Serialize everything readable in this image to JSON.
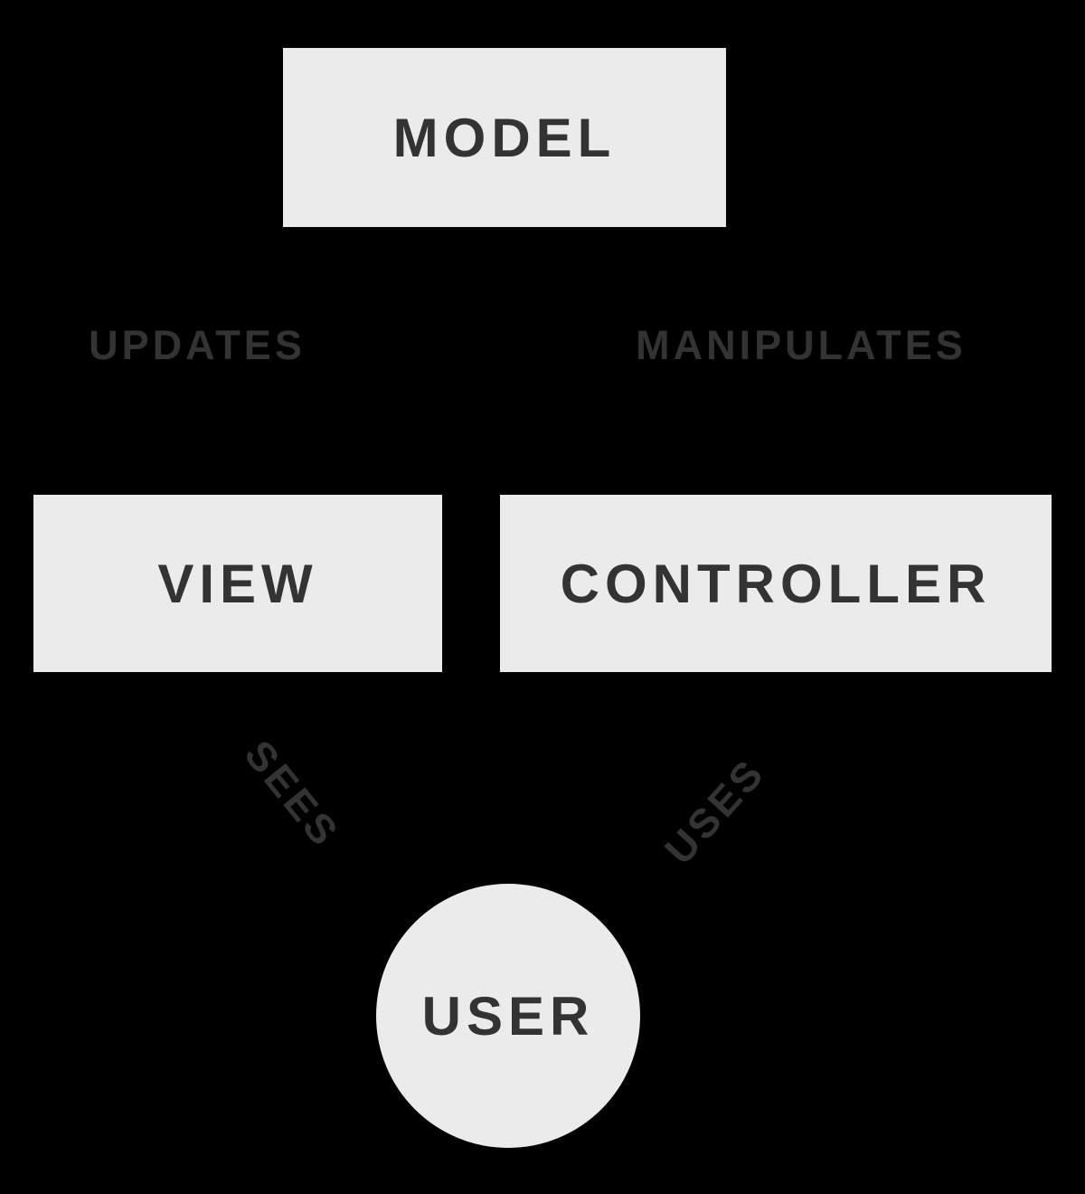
{
  "diagram": {
    "title": "Model-View-Controller diagram",
    "colors": {
      "background": "#000000",
      "node_fill": "#ebebeb",
      "text": "#333333"
    },
    "nodes": {
      "model": {
        "label": "MODEL",
        "shape": "rectangle"
      },
      "view": {
        "label": "VIEW",
        "shape": "rectangle"
      },
      "controller": {
        "label": "CONTROLLER",
        "shape": "rectangle"
      },
      "user": {
        "label": "USER",
        "shape": "circle"
      }
    },
    "edges": {
      "updates": {
        "label": "UPDATES",
        "from": "model",
        "to": "view"
      },
      "manipulates": {
        "label": "MANIPULATES",
        "from": "controller",
        "to": "model"
      },
      "sees": {
        "label": "SEES",
        "from": "user",
        "to": "view"
      },
      "uses": {
        "label": "USES",
        "from": "user",
        "to": "controller"
      }
    }
  }
}
